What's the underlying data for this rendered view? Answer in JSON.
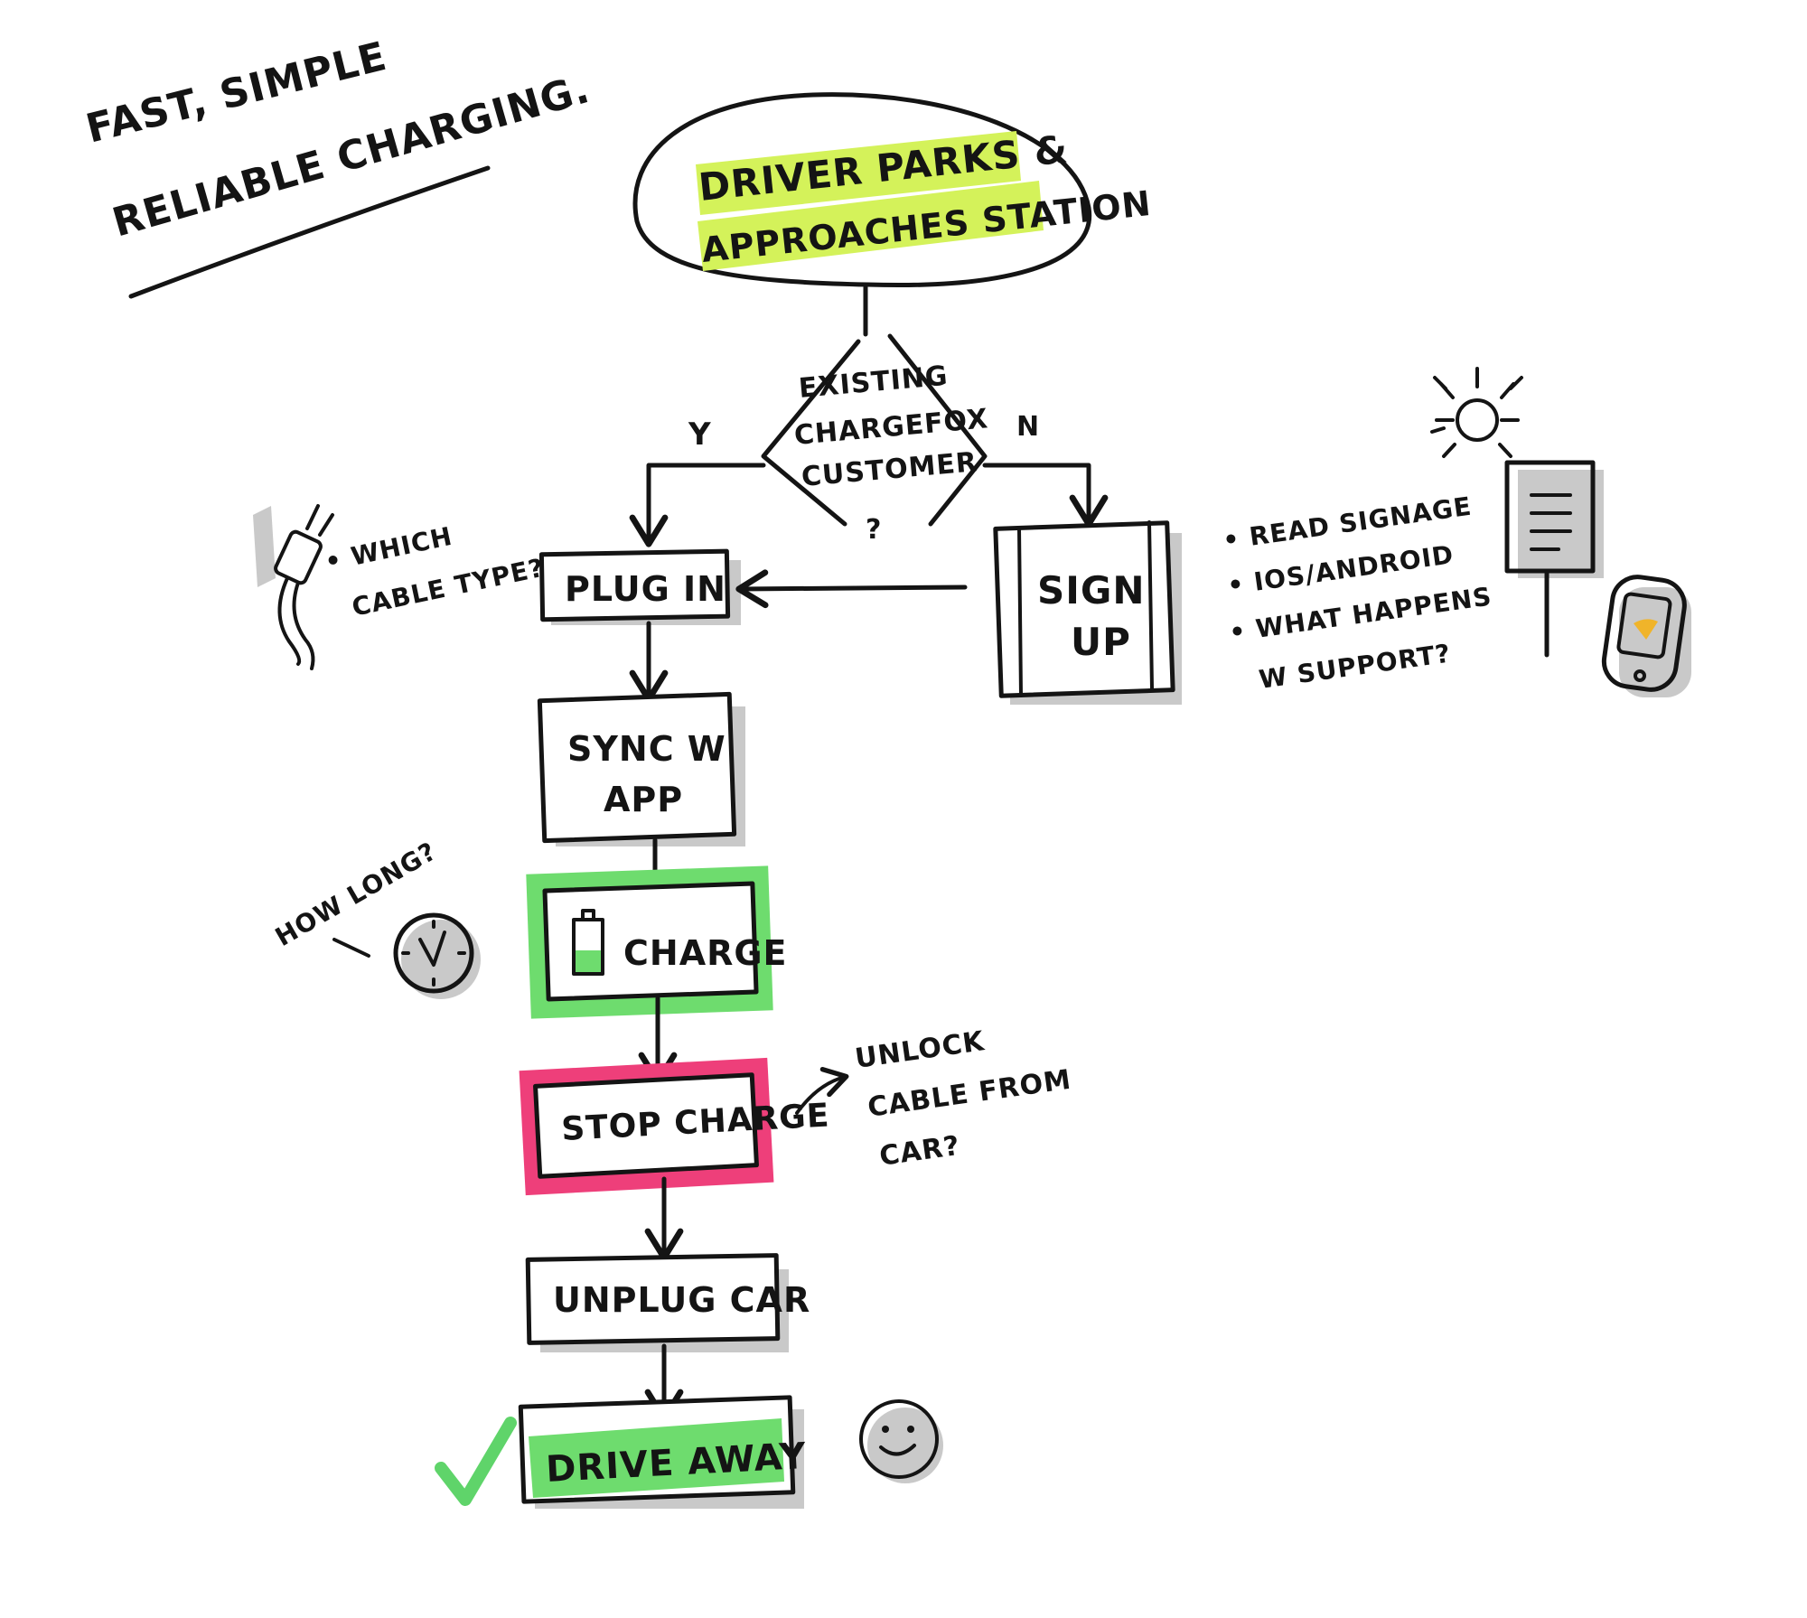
{
  "title": {
    "line1": "FAST, SIMPLE",
    "line2": "RELIABLE CHARGING."
  },
  "start": {
    "line1": "DRIVER PARKS &",
    "line2": "APPROACHES STATION"
  },
  "decision": {
    "line1": "EXISTING",
    "line2": "CHARGEFOX",
    "line3": "CUSTOMER",
    "line4": "?",
    "yes": "Y",
    "no": "N"
  },
  "steps": {
    "plug_in": "PLUG IN",
    "sign_up_1": "SIGN",
    "sign_up_2": "UP",
    "sync_1": "SYNC W",
    "sync_2": "APP",
    "charge": "CHARGE",
    "stop_charge": "STOP CHARGE",
    "unplug": "UNPLUG CAR",
    "drive_away": "DRIVE AWAY"
  },
  "notes": {
    "cable_1": "• WHICH",
    "cable_2": "CABLE TYPE?",
    "signup_1": "• READ SIGNAGE",
    "signup_2": "• IOS/ANDROID",
    "signup_3": "• WHAT HAPPENS",
    "signup_4": "W SUPPORT?",
    "how_long": "HOW LONG?",
    "unlock_1": "UNLOCK",
    "unlock_2": "CABLE FROM",
    "unlock_3": "CAR?"
  },
  "colors": {
    "ink": "#141414",
    "lime_highlight": "#d4f25a",
    "green_highlight": "#6edc6e",
    "pink_highlight": "#ee3f7a",
    "shadow": "#c9c9c9",
    "check": "#5fd46a",
    "smiley": "#d4f25a",
    "phone_heart": "#f0b42a"
  },
  "icons": [
    "plug-icon",
    "clock-icon",
    "battery-icon",
    "sun-icon",
    "signage-icon",
    "phone-icon",
    "check-icon",
    "smiley-icon",
    "arrow-icon"
  ]
}
